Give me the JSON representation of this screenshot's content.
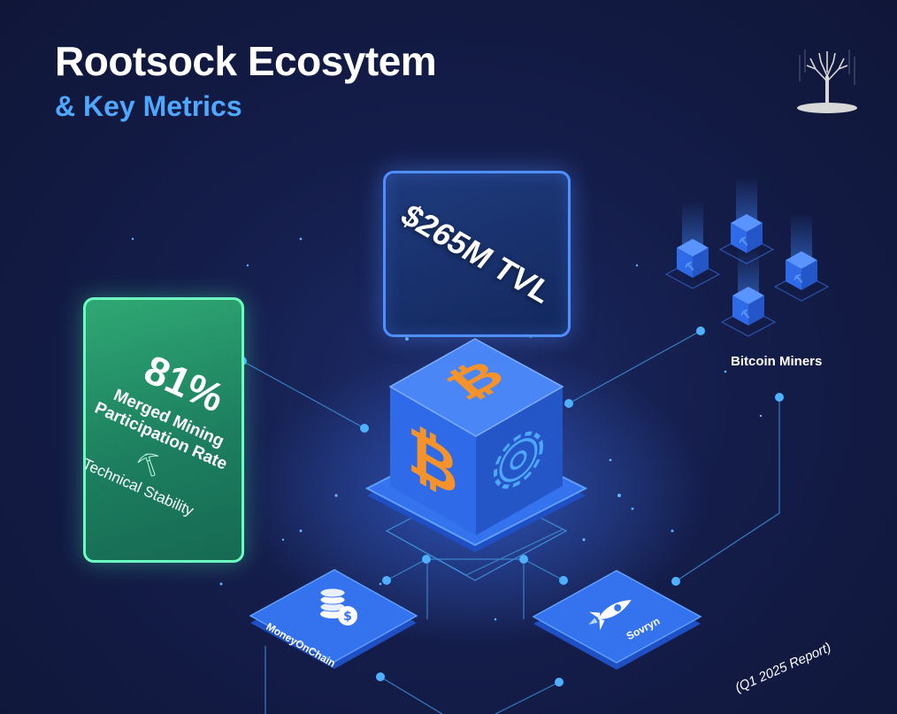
{
  "header": {
    "title": "Rootsock Ecosytem",
    "subtitle": "& Key Metrics"
  },
  "tvl": {
    "label": "$265M TVL"
  },
  "merged_mining": {
    "percent": "81%",
    "label": "Merged Mining Participation Rate",
    "sub_label": "Technical Stability"
  },
  "nodes": {
    "miners": "Bitcoin Miners",
    "money_on_chain": "MoneyOnChain",
    "sovryn": "Sovryn"
  },
  "footer": {
    "report": "(Q1 2025 Report)"
  },
  "colors": {
    "background": "#141d4a",
    "accent_blue": "#4fa8ff",
    "bitcoin_orange": "#f5932a",
    "card_green": "#2fa874",
    "cube_blue": "#2f6fe8"
  },
  "icons": [
    "logo-tree-icon",
    "bitcoin-icon",
    "gear-icon",
    "coins-icon",
    "rocket-icon",
    "pickaxe-icon"
  ]
}
